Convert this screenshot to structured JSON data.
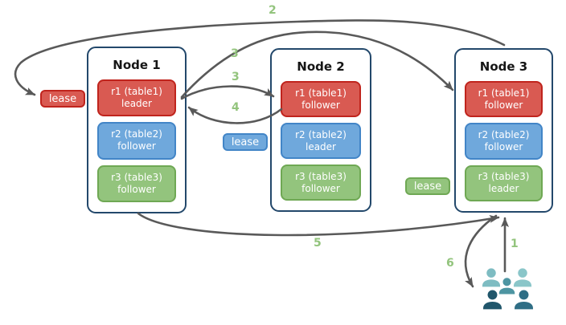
{
  "nodes": [
    {
      "title": "Node 1",
      "replicas": [
        {
          "name": "r1 (table1)",
          "role": "leader"
        },
        {
          "name": "r2 (table2)",
          "role": "follower"
        },
        {
          "name": "r3 (table3)",
          "role": "follower"
        }
      ]
    },
    {
      "title": "Node 2",
      "replicas": [
        {
          "name": "r1 (table1)",
          "role": "follower"
        },
        {
          "name": "r2 (table2)",
          "role": "leader"
        },
        {
          "name": "r3 (table3)",
          "role": "follower"
        }
      ]
    },
    {
      "title": "Node 3",
      "replicas": [
        {
          "name": "r1 (table1)",
          "role": "follower"
        },
        {
          "name": "r2 (table2)",
          "role": "follower"
        },
        {
          "name": "r3 (table3)",
          "role": "leader"
        }
      ]
    }
  ],
  "leases": [
    {
      "label": "lease",
      "color": "#d95a52"
    },
    {
      "label": "lease",
      "color": "#6fa8dc"
    },
    {
      "label": "lease",
      "color": "#93c47d"
    }
  ],
  "steps": [
    {
      "label": "2"
    },
    {
      "label": "3"
    },
    {
      "label": "3"
    },
    {
      "label": "4"
    },
    {
      "label": "5"
    },
    {
      "label": "1"
    },
    {
      "label": "6"
    }
  ],
  "colors": {
    "leader_red_fill": "#d95a52",
    "red_border": "#c0241d",
    "blue_fill": "#6fa8dc",
    "blue_border": "#4285c7",
    "green_fill": "#93c47d",
    "green_border": "#6fa854",
    "node_border": "#23486b",
    "arrow_gray": "#595959",
    "step_label_green": "#93c47d"
  },
  "icons": {
    "users": "users-icon"
  }
}
